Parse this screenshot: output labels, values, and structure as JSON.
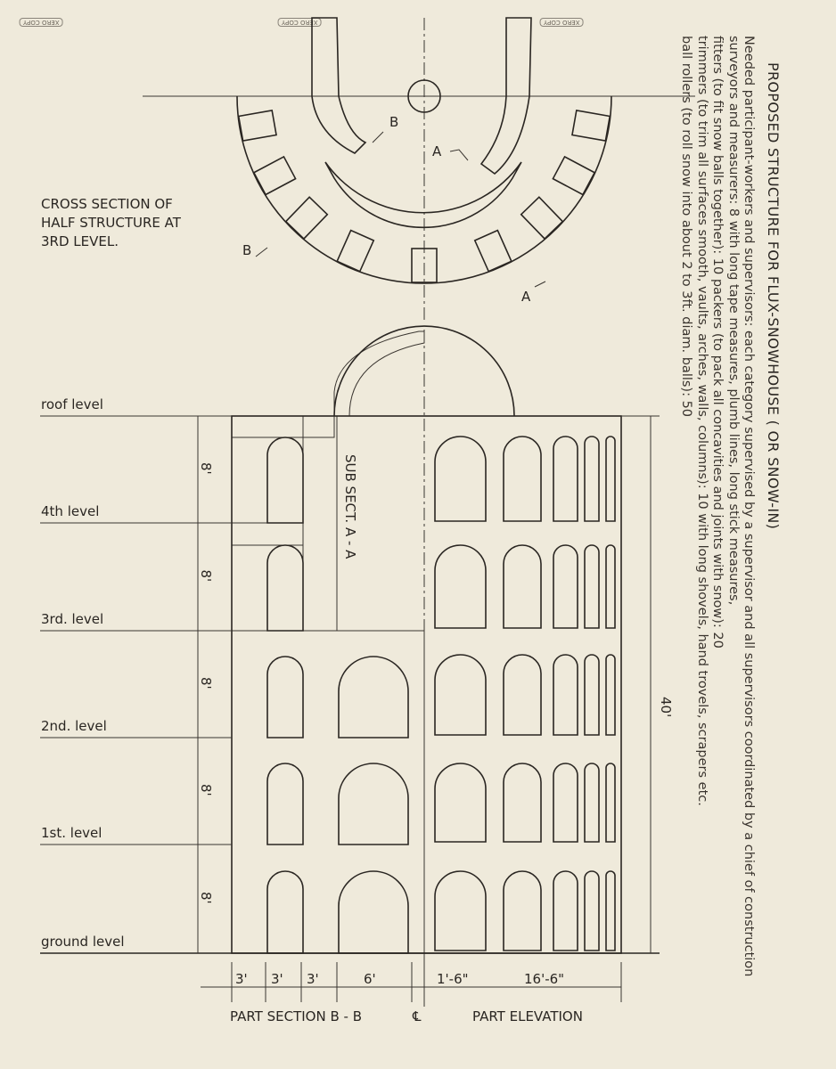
{
  "title": "PROPOSED STRUCTURE FOR  FLUX-SNOWHOUSE ( OR SNOW-IN)",
  "notes": [
    "Needed participant-workers and supervisors:   each category supervised by a supervisor and all supervisors coordinated by a chief of construction",
    "surveyors and measurers: 8 with long tape measures, plumb lines, long stick measures,",
    "fitters (to fit snow balls together): 10        packers (to pack all concavities and joints with snow): 20",
    "trimmers (to trim all surfaces smooth, vaults, arches, walls, columns): 10 with long shovels, hand trovels, scrapers etc.",
    "ball rollers (to roll snow into about 2 to 3ft. diam. balls): 50"
  ],
  "stamps": [
    "XERO COPY",
    "XERO COPY",
    "XERO COPY"
  ],
  "plan": {
    "label_lines": [
      "CROSS SECTION OF",
      "HALF STRUCTURE AT",
      "3RD LEVEL."
    ],
    "markers": [
      "B",
      "A",
      "B",
      "A"
    ]
  },
  "levels": [
    "roof level",
    "4th level",
    "3rd. level",
    "2nd. level",
    "1st. level",
    "ground level"
  ],
  "level_dims": [
    "8'",
    "8'",
    "8'",
    "8'",
    "8'"
  ],
  "total_height": "40'",
  "sub_section_label": "SUB SECT. A - A",
  "bottom_dims": [
    "3'",
    "3'",
    "3'",
    "6'",
    "1'-6\"",
    "16'-6\""
  ],
  "captions": {
    "section": "PART SECTION  B - B",
    "centerline": "℄",
    "elevation": "PART ELEVATION"
  }
}
